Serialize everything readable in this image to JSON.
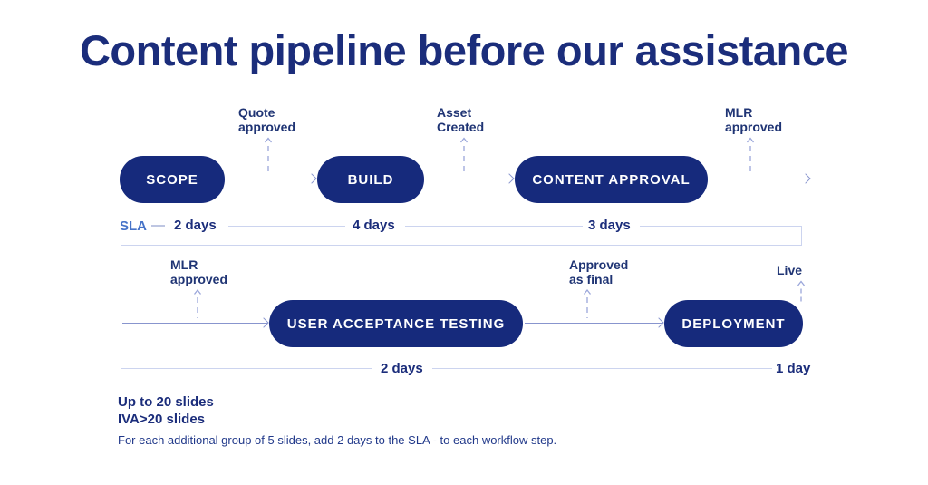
{
  "title": "Content pipeline before our assistance",
  "pipeline": {
    "row1": {
      "nodes": [
        {
          "label": "SCOPE"
        },
        {
          "label": "BUILD"
        },
        {
          "label": "CONTENT APPROVAL"
        }
      ],
      "milestones": [
        {
          "lines": [
            "Quote",
            "approved"
          ]
        },
        {
          "lines": [
            "Asset",
            "Created"
          ]
        },
        {
          "lines": [
            "MLR",
            "approved"
          ]
        }
      ]
    },
    "row2": {
      "nodes": [
        {
          "label": "USER ACCEPTANCE TESTING"
        },
        {
          "label": "DEPLOYMENT"
        }
      ],
      "milestones": [
        {
          "lines": [
            "MLR",
            "approved"
          ]
        },
        {
          "lines": [
            "Approved",
            "as final"
          ]
        },
        {
          "lines": [
            "Live"
          ]
        }
      ]
    }
  },
  "sla": {
    "label": "SLA",
    "dash": "—",
    "durations_row1": [
      "2 days",
      "4 days",
      "3 days"
    ],
    "durations_row2": [
      "2 days",
      "1 day"
    ]
  },
  "notes": {
    "line1": "Up to 20 slides",
    "line2": "IVA>20 slides",
    "line3": "For each additional group of 5 slides, add 2 days to the SLA - to each workflow step."
  },
  "colors": {
    "pill_navy": "#162a7c",
    "text_navy": "#1b2d7b",
    "milestone_navy": "#1f3474",
    "sla_blue": "#4673c8",
    "arrow_blue": "#8895ce",
    "light_line": "#ccd4ef",
    "background": "#ffffff"
  }
}
